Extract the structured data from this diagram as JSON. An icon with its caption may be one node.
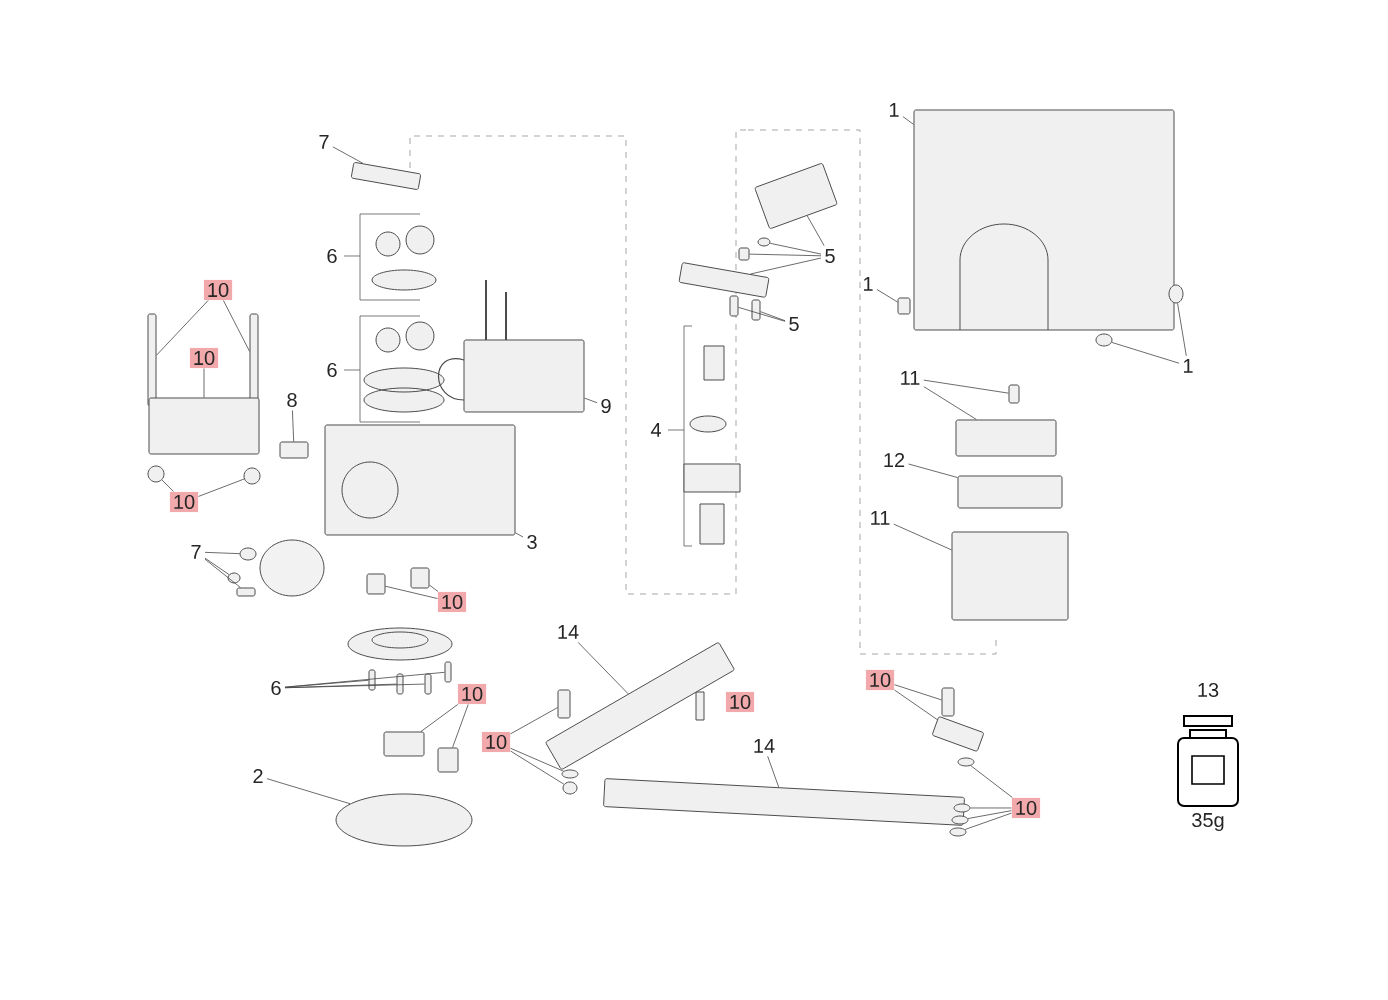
{
  "diagram": {
    "nodes": [
      {
        "text": [
          "1"
        ]
      },
      {
        "text": [],
        "shape": "box"
      },
      {
        "text": [
          "1"
        ]
      },
      {
        "text": [],
        "shape": "box"
      },
      {
        "text": [
          "1"
        ]
      },
      {
        "text": [],
        "shape": "circle"
      },
      {
        "text": [],
        "shape": "circle"
      },
      {
        "text": [
          "7"
        ]
      },
      {
        "text": [],
        "shape": "box"
      },
      {
        "text": [
          "10"
        ]
      },
      {
        "text": [],
        "shape": "box"
      },
      {
        "text": [],
        "shape": "box"
      },
      {
        "text": [
          "10"
        ]
      },
      {
        "text": [],
        "shape": "box"
      },
      {
        "text": [
          "8"
        ]
      },
      {
        "text": [],
        "shape": "box"
      },
      {
        "text": [
          "9"
        ]
      },
      {
        "text": [],
        "shape": "box"
      },
      {
        "text": [
          "10"
        ]
      },
      {
        "text": [],
        "shape": "circle"
      },
      {
        "text": [],
        "shape": "circle"
      },
      {
        "text": [
          "7"
        ]
      },
      {
        "text": [],
        "shape": "circle"
      },
      {
        "text": [],
        "shape": "circle"
      },
      {
        "text": [],
        "shape": "box"
      },
      {
        "text": [
          "3"
        ]
      },
      {
        "text": [],
        "shape": "box"
      },
      {
        "text": [
          "10"
        ]
      },
      {
        "text": [],
        "shape": "box"
      },
      {
        "text": [],
        "shape": "box"
      },
      {
        "text": [
          "6"
        ]
      },
      {
        "text": [],
        "shape": "box"
      },
      {
        "text": [],
        "shape": "box"
      },
      {
        "text": [],
        "shape": "box"
      },
      {
        "text": [],
        "shape": "box"
      },
      {
        "text": [
          "10"
        ]
      },
      {
        "text": [],
        "shape": "box"
      },
      {
        "text": [],
        "shape": "box"
      },
      {
        "text": [
          "10"
        ]
      },
      {
        "text": [],
        "shape": "box"
      },
      {
        "text": [],
        "shape": "circle"
      },
      {
        "text": [],
        "shape": "circle"
      },
      {
        "text": [
          "14"
        ]
      },
      {
        "text": [],
        "shape": "box"
      },
      {
        "text": [
          "10"
        ]
      },
      {
        "text": [
          "14"
        ]
      },
      {
        "text": [],
        "shape": "box"
      },
      {
        "text": [
          "2"
        ]
      },
      {
        "text": [],
        "shape": "circle"
      },
      {
        "text": [
          "10"
        ]
      },
      {
        "text": [],
        "shape": "box"
      },
      {
        "text": [],
        "shape": "box"
      },
      {
        "text": [
          "10"
        ]
      },
      {
        "text": [],
        "shape": "circle"
      },
      {
        "text": [],
        "shape": "circle"
      },
      {
        "text": [],
        "shape": "circle"
      },
      {
        "text": [],
        "shape": "circle"
      },
      {
        "text": [
          "13",
          "35g"
        ]
      },
      {
        "text": [
          "5"
        ]
      },
      {
        "text": [],
        "shape": "box"
      },
      {
        "text": [],
        "shape": "circle"
      },
      {
        "text": [],
        "shape": "box"
      },
      {
        "text": [],
        "shape": "box"
      },
      {
        "text": [
          "5"
        ]
      },
      {
        "text": [],
        "shape": "box"
      },
      {
        "text": [],
        "shape": "box"
      },
      {
        "text": [
          "11"
        ]
      },
      {
        "text": [],
        "shape": "box"
      },
      {
        "text": [],
        "shape": "box"
      },
      {
        "text": [
          "12"
        ]
      },
      {
        "text": [],
        "shape": "box"
      },
      {
        "text": [
          "11"
        ]
      },
      {
        "text": [],
        "shape": "box"
      }
    ],
    "edges": [
      {
        "from": 0,
        "to": 1,
        "arrow": "none"
      },
      {
        "from": 2,
        "to": 3,
        "arrow": "none"
      },
      {
        "from": 4,
        "to": 5,
        "arrow": "none"
      },
      {
        "from": 4,
        "to": 6,
        "arrow": "none"
      },
      {
        "from": 7,
        "to": 8,
        "arrow": "none"
      },
      {
        "from": 9,
        "to": 10,
        "arrow": "none"
      },
      {
        "from": 9,
        "to": 11,
        "arrow": "none"
      },
      {
        "from": 12,
        "to": 13,
        "arrow": "none"
      },
      {
        "from": 14,
        "to": 15,
        "arrow": "none"
      },
      {
        "from": 16,
        "to": 17,
        "arrow": "none"
      },
      {
        "from": 18,
        "to": 19,
        "arrow": "none"
      },
      {
        "from": 18,
        "to": 20,
        "arrow": "none"
      },
      {
        "from": 21,
        "to": 22,
        "arrow": "none"
      },
      {
        "from": 21,
        "to": 23,
        "arrow": "none"
      },
      {
        "from": 21,
        "to": 24,
        "arrow": "none"
      },
      {
        "from": 25,
        "to": 26,
        "arrow": "none"
      },
      {
        "from": 27,
        "to": 28,
        "arrow": "none"
      },
      {
        "from": 27,
        "to": 29,
        "arrow": "none"
      },
      {
        "from": 30,
        "to": 31,
        "arrow": "none"
      },
      {
        "from": 30,
        "to": 32,
        "arrow": "none"
      },
      {
        "from": 30,
        "to": 33,
        "arrow": "none"
      },
      {
        "from": 30,
        "to": 34,
        "arrow": "none"
      },
      {
        "from": 35,
        "to": 36,
        "arrow": "none"
      },
      {
        "from": 35,
        "to": 37,
        "arrow": "none"
      },
      {
        "from": 38,
        "to": 39,
        "arrow": "none"
      },
      {
        "from": 38,
        "to": 40,
        "arrow": "none"
      },
      {
        "from": 38,
        "to": 41,
        "arrow": "none"
      },
      {
        "from": 42,
        "to": 43,
        "arrow": "none"
      },
      {
        "from": 45,
        "to": 46,
        "arrow": "none"
      },
      {
        "from": 47,
        "to": 48,
        "arrow": "none"
      },
      {
        "from": 49,
        "to": 50,
        "arrow": "none"
      },
      {
        "from": 49,
        "to": 51,
        "arrow": "none"
      },
      {
        "from": 52,
        "to": 53,
        "arrow": "none"
      },
      {
        "from": 52,
        "to": 54,
        "arrow": "none"
      },
      {
        "from": 52,
        "to": 55,
        "arrow": "none"
      },
      {
        "from": 52,
        "to": 56,
        "arrow": "none"
      },
      {
        "from": 58,
        "to": 59,
        "arrow": "none"
      },
      {
        "from": 58,
        "to": 60,
        "arrow": "none"
      },
      {
        "from": 58,
        "to": 61,
        "arrow": "none"
      },
      {
        "from": 58,
        "to": 62,
        "arrow": "none"
      },
      {
        "from": 63,
        "to": 64,
        "arrow": "none"
      },
      {
        "from": 63,
        "to": 65,
        "arrow": "none"
      },
      {
        "from": 66,
        "to": 67,
        "arrow": "none"
      },
      {
        "from": 66,
        "to": 68,
        "arrow": "none"
      },
      {
        "from": 69,
        "to": 70,
        "arrow": "none"
      },
      {
        "from": 71,
        "to": 72,
        "arrow": "none"
      }
    ],
    "labels": [
      "6",
      "6",
      "4"
    ]
  }
}
